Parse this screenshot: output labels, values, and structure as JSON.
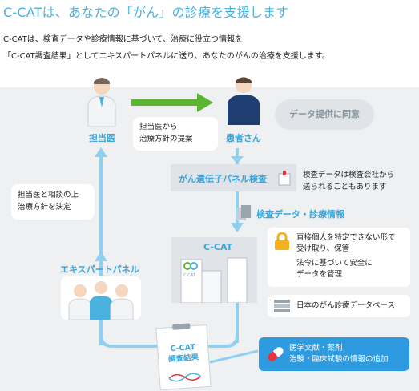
{
  "title": "C-CATは、あなたの「がん」の診療を支援します",
  "intro": {
    "line1": "C-CATは、検査データや診療情報に基づいて、治療に役立つ情報を",
    "line2": "「C-CAT調査結果」としてエキスパートパネルに送り、あなたのがんの治療を支援します。"
  },
  "doctor_label": "担当医",
  "patient_label": "患者さん",
  "consent_cloud": "データ提供に同意",
  "proposal_bubble": [
    "担当医から",
    "治療方針の提案"
  ],
  "decision_bubble": [
    "担当医と相談の上",
    "治療方針を決定"
  ],
  "panel_test": {
    "label": "がん遺伝子パネル検査",
    "note": [
      "検査データは検査会社から",
      "送られることもあります"
    ]
  },
  "data_label": "検査データ・診療情報",
  "ccat_label": "C-CAT",
  "building_label": "C-CAT",
  "security_card": {
    "item1": [
      "直接個人を特定できない形で",
      "受け取り、保管"
    ],
    "item2": [
      "法令に基づいて安全に",
      "データを管理"
    ]
  },
  "database_card": "日本のがん診療データベース",
  "expert_panel_label": "エキスパートパネル",
  "report_label": [
    "C-CAT",
    "調査結果"
  ],
  "medical_info": [
    "医学文献・薬剤",
    "治験・臨床試験の情報の追加"
  ],
  "colors": {
    "accent_blue": "#4bb2df",
    "green_arrow": "#5cb531",
    "flow_line": "#8fd0ee",
    "panel_bg": "#eef0f2",
    "pill_red": "#e8333a"
  }
}
